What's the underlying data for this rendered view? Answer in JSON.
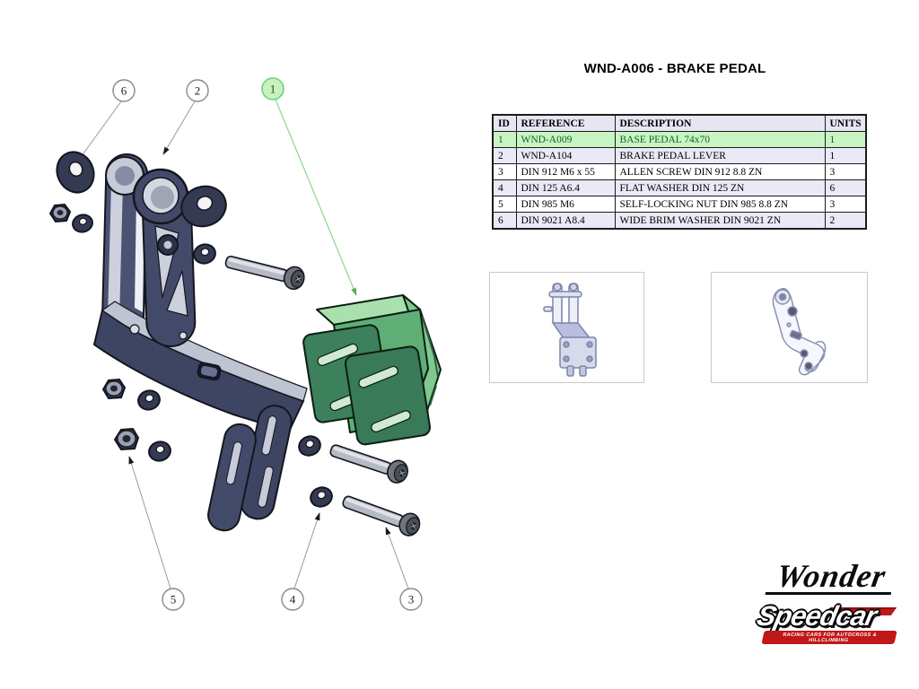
{
  "header": {
    "title": "WND-A006 - BRAKE PEDAL"
  },
  "bom": {
    "columns": {
      "id": "ID",
      "reference": "REFERENCE",
      "description": "DESCRIPTION",
      "units": "UNITS"
    },
    "rows": [
      {
        "id": "1",
        "reference": "WND-A009",
        "description": "BASE PEDAL 74x70",
        "units": "1",
        "highlighted": true
      },
      {
        "id": "2",
        "reference": "WND-A104",
        "description": "BRAKE PEDAL LEVER",
        "units": "1",
        "highlighted": false
      },
      {
        "id": "3",
        "reference": "DIN 912 M6 x 55",
        "description": "ALLEN SCREW DIN 912 8.8 ZN",
        "units": "3",
        "highlighted": false
      },
      {
        "id": "4",
        "reference": "DIN 125 A6.4",
        "description": "FLAT WASHER DIN 125 ZN",
        "units": "6",
        "highlighted": false
      },
      {
        "id": "5",
        "reference": "DIN 985 M6",
        "description": "SELF-LOCKING NUT DIN 985 8.8 ZN",
        "units": "3",
        "highlighted": false
      },
      {
        "id": "6",
        "reference": "DIN 9021 A8.4",
        "description": "WIDE BRIM WASHER DIN 9021 ZN",
        "units": "2",
        "highlighted": false
      }
    ],
    "colors": {
      "header_bg": "#e7e7f3",
      "stripe_bg": "#eaeaf6",
      "highlight_bg": "#c9f4c5",
      "highlight_text": "#17641e"
    }
  },
  "diagram": {
    "callouts": [
      {
        "label": "6"
      },
      {
        "label": "2"
      },
      {
        "label": "1",
        "highlighted": true
      },
      {
        "label": "5"
      },
      {
        "label": "4"
      },
      {
        "label": "3"
      }
    ],
    "colors": {
      "highlight_green": "#7ccf8c",
      "callout_green_fill": "#c6f2bd",
      "lever_dark": "#3e4563",
      "pedal_green": "#5fae76",
      "screw_gray": "#b6bac2"
    }
  },
  "branding": {
    "wonder": "Wonder",
    "speedcar": "Speedcar",
    "tagline": "RACING CARS FOR AUTOCROSS & HILLCLIMBING"
  }
}
